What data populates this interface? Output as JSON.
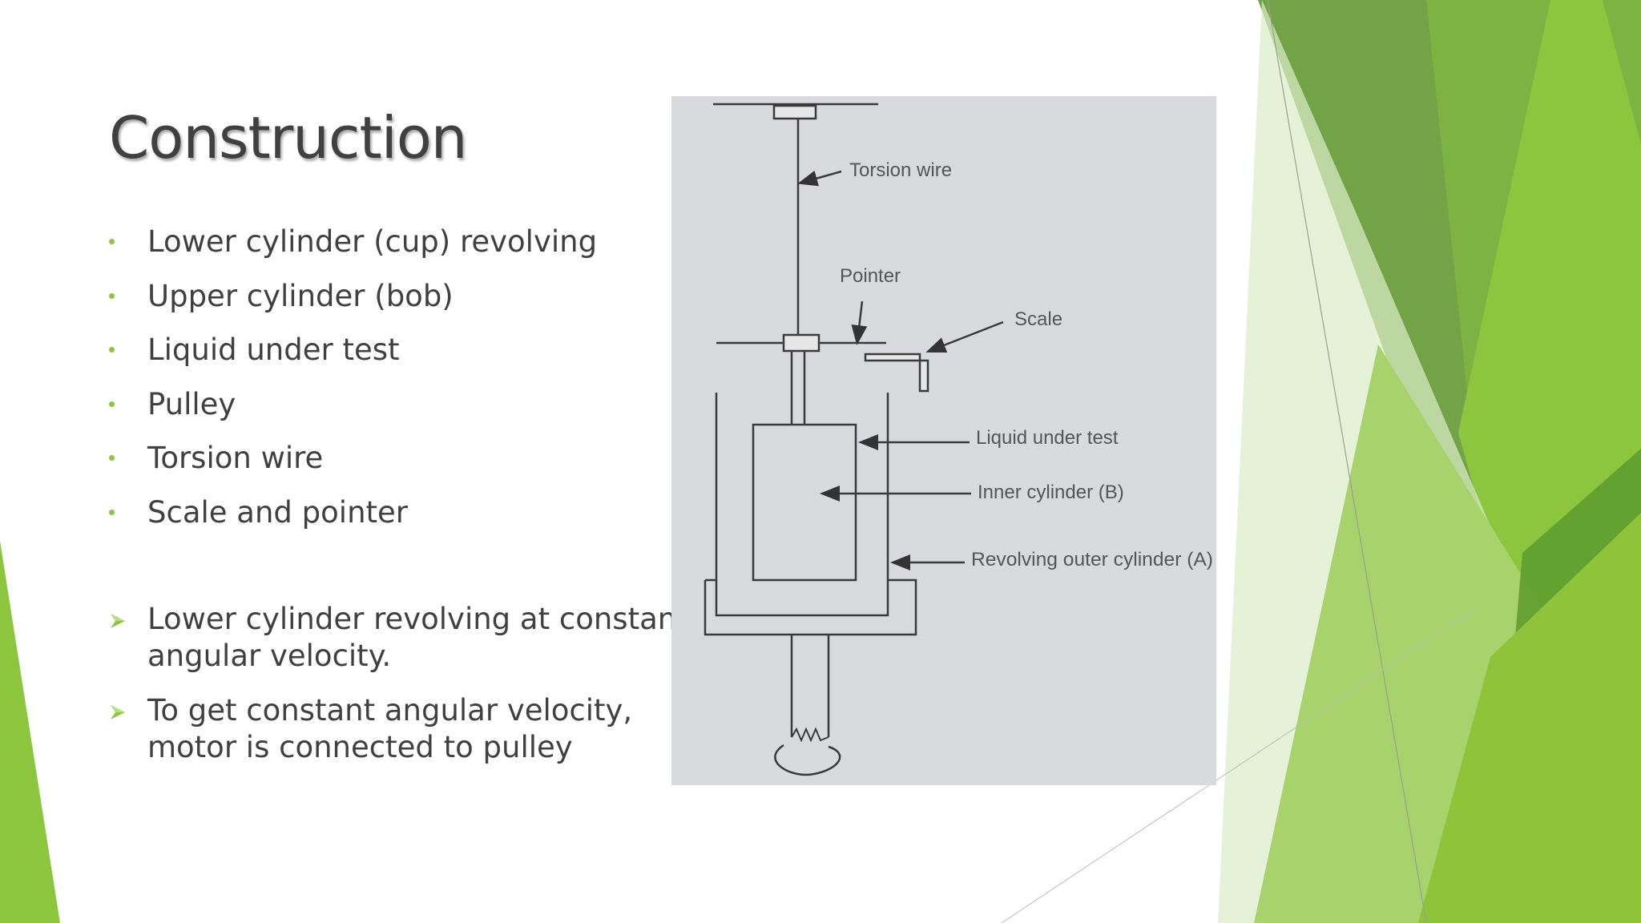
{
  "slide": {
    "title": "Construction",
    "bullets": [
      "Lower cylinder (cup) revolving",
      "Upper cylinder (bob)",
      "Liquid under test",
      "Pulley",
      "Torsion wire",
      "Scale and pointer"
    ],
    "arrow_bullets": [
      "Lower cylinder revolving at constant angular velocity.",
      "To get constant angular velocity, motor is connected to pulley"
    ]
  },
  "figure": {
    "labels": {
      "torsion_wire": "Torsion wire",
      "pointer": "Pointer",
      "scale": "Scale",
      "liquid": "Liquid under test",
      "inner_cylinder": "Inner cylinder (B)",
      "outer_cylinder": "Revolving outer cylinder (A)"
    }
  },
  "colors": {
    "accent": "#8DC63F",
    "dark_green": "#5A8F29",
    "text": "#404040",
    "figure_bg": "#d9dadd"
  },
  "icons": {
    "bullet": "green-dot",
    "arrow_bullet": "green-chevron-arrow"
  }
}
